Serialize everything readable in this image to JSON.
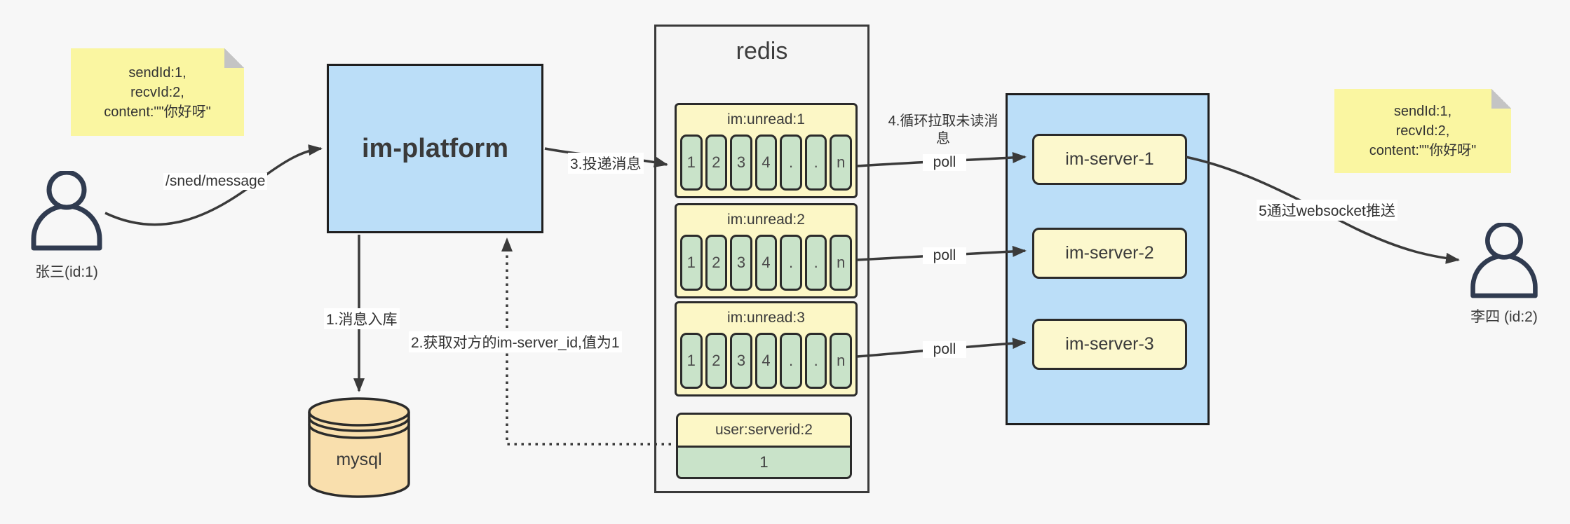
{
  "colors": {
    "canvas_bg": "#f7f7f7",
    "box_blue": "#bbdef8",
    "note_yellow": "#faf6a1",
    "block_yellow": "#fcf7c6",
    "cell_green": "#c9e3c9",
    "mysql_tan": "#f9dfad",
    "stroke_dark": "#2b2b2b",
    "arrow": "#3a3a3a"
  },
  "sender": {
    "label": "张三(id:1)"
  },
  "receiver": {
    "label": "李四 (id:2)"
  },
  "notes": {
    "left": {
      "line1": "sendId:1,",
      "line2": "recvId:2,",
      "line3": "content:\"\"你好呀\""
    },
    "right": {
      "line1": "sendId:1,",
      "line2": "recvId:2,",
      "line3": "content:\"\"你好呀\""
    }
  },
  "platform": {
    "label": "im-platform"
  },
  "mysql": {
    "label": "mysql"
  },
  "redis": {
    "title": "redis",
    "queues": [
      {
        "name": "im:unread:1",
        "cells": [
          "1",
          "2",
          "3",
          "4",
          ".",
          ".",
          "n"
        ]
      },
      {
        "name": "im:unread:2",
        "cells": [
          "1",
          "2",
          "3",
          "4",
          ".",
          ".",
          "n"
        ]
      },
      {
        "name": "im:unread:3",
        "cells": [
          "1",
          "2",
          "3",
          "4",
          ".",
          ".",
          "n"
        ]
      }
    ],
    "kv": {
      "key": "user:serverid:2",
      "value": "1"
    }
  },
  "servers": [
    {
      "label": "im-server-1"
    },
    {
      "label": "im-server-2"
    },
    {
      "label": "im-server-3"
    }
  ],
  "labels": {
    "send_api": "/sned/message",
    "step1": "1.消息入库",
    "step2": "2.获取对方的im-server_id,值为1",
    "step3": "3.投递消息",
    "step4": "4.循环拉取未读消息",
    "step5": "5通过websocket推送",
    "poll": "poll"
  }
}
